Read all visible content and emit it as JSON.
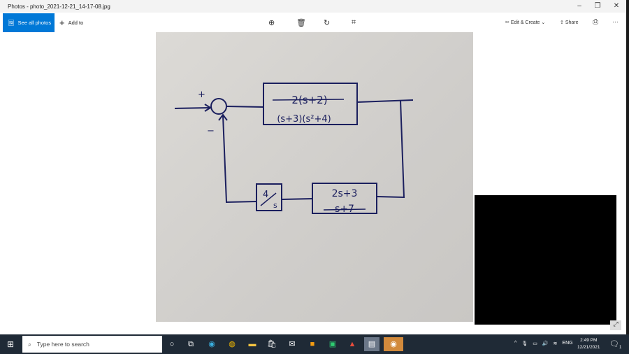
{
  "window": {
    "title": "Photos - photo_2021-12-21_14-17-08.jpg"
  },
  "toolbar": {
    "see_all_photos": "See all photos",
    "add_to": "Add to",
    "edit_create": "Edit & Create",
    "share": "Share",
    "icons": [
      "zoom-in-icon",
      "trash-icon",
      "rotate-icon",
      "crop-icon",
      "print-icon",
      "more-icon"
    ]
  },
  "diagram": {
    "plus": "+",
    "minus": "−",
    "forward_num": "2(s+2)",
    "forward_den": "(s+3)(s²+4)",
    "integrator_num": "4",
    "integrator_den": "s",
    "feedback_num": "2s+3",
    "feedback_den": "s+7"
  },
  "taskbar": {
    "search_placeholder": "Type here to search",
    "lang": "ENG",
    "time": "2:49 PM",
    "date": "12/21/2021",
    "notifications": "1"
  }
}
